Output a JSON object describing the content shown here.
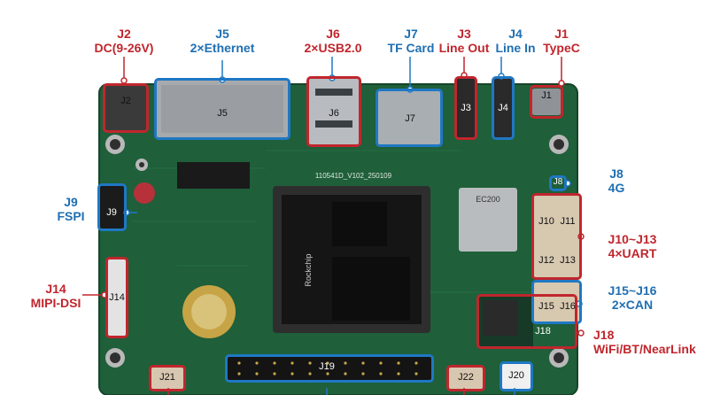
{
  "colors": {
    "pcb": "#1f5f3a",
    "label_blue": "#1f6fb2",
    "label_red": "#c0262d",
    "box_blue": "#1f78c4",
    "box_red": "#c0262d"
  },
  "connectors": {
    "j2": {
      "id": "J2",
      "desc": "DC(9-26V)",
      "tag": "J2"
    },
    "j5": {
      "id": "J5",
      "desc": "2×Ethernet",
      "tag": "J5"
    },
    "j6": {
      "id": "J6",
      "desc": "2×USB2.0",
      "tag": "J6"
    },
    "j7": {
      "id": "J7",
      "desc": "TF Card",
      "tag": "J7"
    },
    "j3": {
      "id": "J3",
      "desc": "Line Out",
      "tag": "J3"
    },
    "j4": {
      "id": "J4",
      "desc": "Line In",
      "tag": "J4"
    },
    "j1": {
      "id": "J1",
      "desc": "TypeC",
      "tag": "J1"
    },
    "j8": {
      "id": "J8",
      "desc": "4G",
      "tag": "J8"
    },
    "j9": {
      "id": "J9",
      "desc": "FSPI",
      "tag": "J9"
    },
    "j10_13": {
      "id": "J10~J13",
      "desc": "4×UART",
      "tags": [
        "J10",
        "J11",
        "J12",
        "J13"
      ]
    },
    "j14": {
      "id": "J14",
      "desc": "MIPI-DSI",
      "tag": "J14"
    },
    "j15_16": {
      "id": "J15~J16",
      "desc": "2×CAN",
      "tags": [
        "J15",
        "J16"
      ]
    },
    "j18": {
      "id": "J18",
      "desc": "WiFi/BT/NearLink",
      "tag": "J18"
    },
    "j19": {
      "tag": "J19"
    },
    "j20": {
      "tag": "J20"
    },
    "j21": {
      "tag": "J21"
    },
    "j22": {
      "tag": "J22"
    }
  },
  "silkscreen": {
    "board_code": "110541D_V102_250109",
    "ic_marking": "Rockchip",
    "module_marking": "EC200"
  }
}
